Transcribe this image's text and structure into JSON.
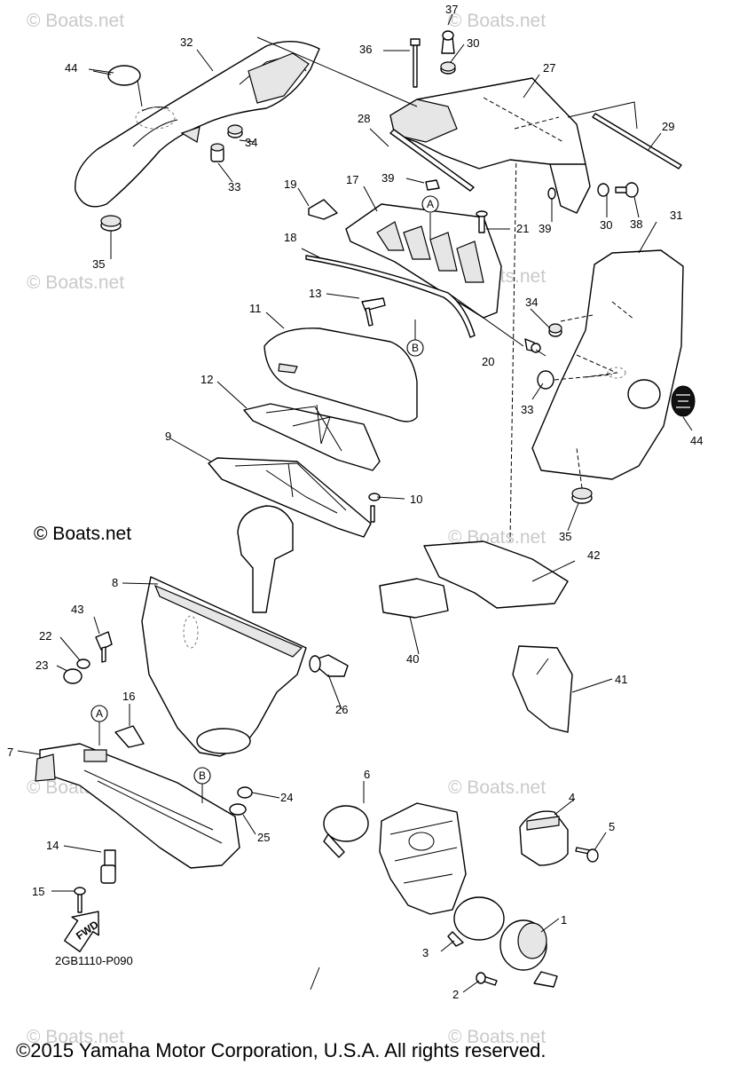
{
  "watermark": "© Boats.net",
  "copyright_mark": "© Boats.net",
  "diagram_code": "2GB1110-P090",
  "fwd_label": "FWD",
  "copyright": "©2015 Yamaha Motor Corporation, U.S.A. All rights reserved.",
  "ref_marks": {
    "a": "A",
    "b": "B"
  },
  "callouts": {
    "c1": "1",
    "c2": "2",
    "c3": "3",
    "c4": "4",
    "c5": "5",
    "c6": "6",
    "c7": "7",
    "c8": "8",
    "c9": "9",
    "c10": "10",
    "c11": "11",
    "c12": "12",
    "c13": "13",
    "c14": "14",
    "c15": "15",
    "c16": "16",
    "c17": "17",
    "c18": "18",
    "c19": "19",
    "c20": "20",
    "c21": "21",
    "c22": "22",
    "c23": "23",
    "c24": "24",
    "c25": "25",
    "c26": "26",
    "c27": "27",
    "c28": "28",
    "c29": "29",
    "c30": "30",
    "c31": "31",
    "c32": "32",
    "c33": "33",
    "c34": "34",
    "c35": "35",
    "c36": "36",
    "c37": "37",
    "c38": "38",
    "c39": "39",
    "c40": "40",
    "c41": "41",
    "c42": "42",
    "c43": "43",
    "c44": "44"
  }
}
